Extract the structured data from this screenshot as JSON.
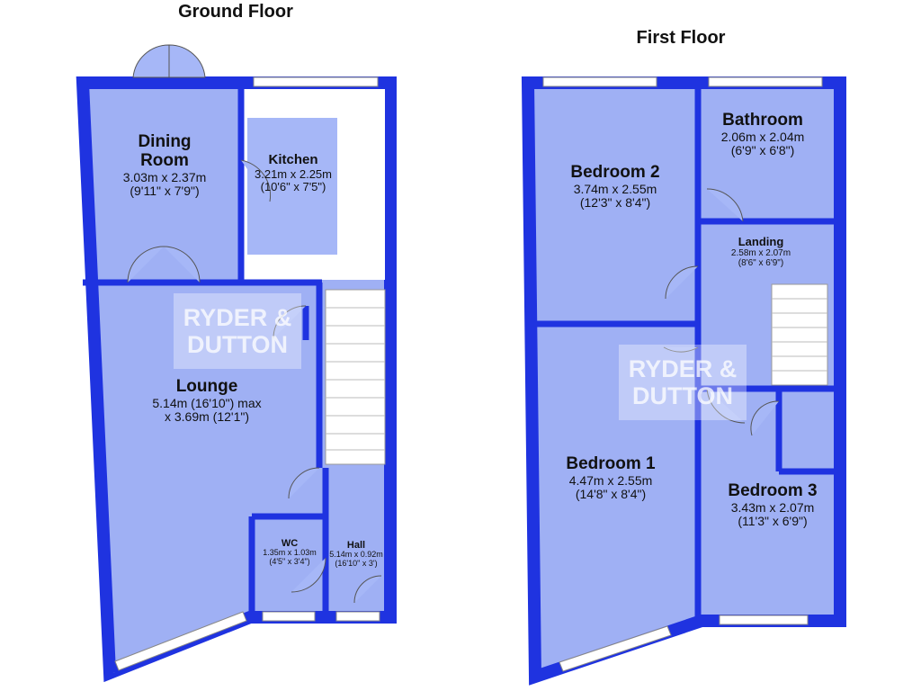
{
  "titles": {
    "ground": "Ground Floor",
    "first": "First Floor"
  },
  "watermark": {
    "line1": "RYDER &",
    "line2": "DUTTON"
  },
  "colors": {
    "wall": "#1f33e0",
    "floor": "#9fb0f4",
    "kitchen_floor": "#a6b7f7"
  },
  "ground_floor": {
    "dining": {
      "name1": "Dining",
      "name2": "Room",
      "metric": "3.03m x 2.37m",
      "imperial": "(9'11\" x 7'9\")"
    },
    "kitchen": {
      "name": "Kitchen",
      "metric": "3.21m x 2.25m",
      "imperial": "(10'6\" x 7'5\")"
    },
    "lounge": {
      "name": "Lounge",
      "line1": "5.14m (16'10\") max",
      "line2": "x 3.69m (12'1\")"
    },
    "wc": {
      "name": "WC",
      "metric": "1.35m x 1.03m",
      "imperial": "(4'5\" x 3'4\")"
    },
    "hall": {
      "name": "Hall",
      "metric": "5.14m x 0.92m",
      "imperial": "(16'10\" x 3')"
    }
  },
  "first_floor": {
    "bedroom2": {
      "name": "Bedroom 2",
      "metric": "3.74m x 2.55m",
      "imperial": "(12'3\" x 8'4\")"
    },
    "bathroom": {
      "name": "Bathroom",
      "metric": "2.06m x 2.04m",
      "imperial": "(6'9\" x 6'8\")"
    },
    "landing": {
      "name": "Landing",
      "metric": "2.58m x 2.07m",
      "imperial": "(8'6\" x 6'9\")"
    },
    "bedroom1": {
      "name": "Bedroom 1",
      "metric": "4.47m x 2.55m",
      "imperial": "(14'8\" x 8'4\")"
    },
    "bedroom3": {
      "name": "Bedroom 3",
      "metric": "3.43m x 2.07m",
      "imperial": "(11'3\" x 6'9\")"
    }
  }
}
